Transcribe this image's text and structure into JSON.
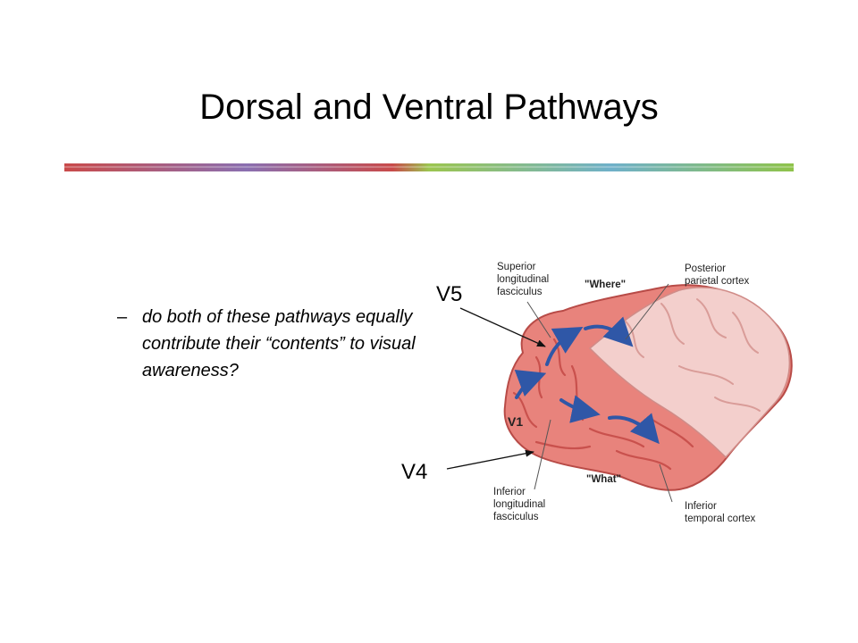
{
  "title": "Dorsal and Ventral Pathways",
  "bullet": {
    "marker": "–",
    "text": "do both of these pathways equally contribute their “contents” to visual awareness?"
  },
  "regions": {
    "v5": "V5",
    "v4": "V4"
  },
  "figure": {
    "superior_fasciculus": [
      "Superior",
      "longitudinal",
      "fasciculus"
    ],
    "where": "\"Where\"",
    "posterior_parietal": [
      "Posterior",
      "parietal cortex"
    ],
    "v1": "V1",
    "inferior_fasciculus": [
      "Inferior",
      "longitudinal",
      "fasciculus"
    ],
    "what": "\"What\"",
    "inferior_temporal": [
      "Inferior",
      "temporal cortex"
    ]
  },
  "colors": {
    "arrow": "#2f57a7",
    "brain_dark": "#e8837c",
    "brain_light": "#f3cfcc",
    "sulcus": "#c9514d",
    "divider_left": "#c94a4a",
    "divider_right": "#8fc34a"
  }
}
